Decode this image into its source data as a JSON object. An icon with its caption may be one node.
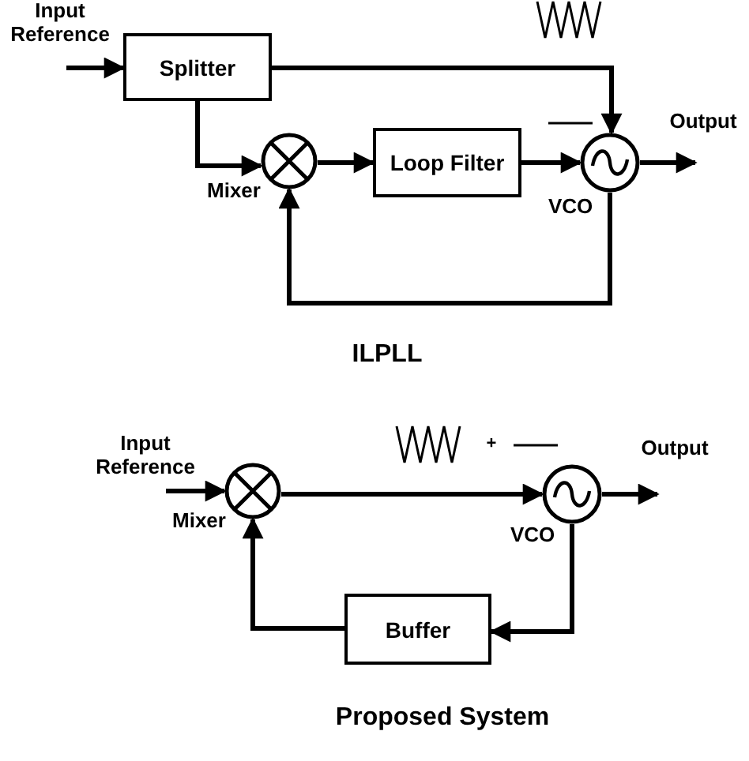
{
  "diagram": {
    "nodes": [
      {
        "text": [
          "Splitter"
        ]
      },
      {
        "text": [],
        "shape": "circle",
        "beside": [
          "Mixer"
        ]
      },
      {
        "text": [
          "Loop Filter"
        ]
      },
      {
        "text": [],
        "shape": "circle",
        "beside": [
          "VCO"
        ]
      },
      {
        "text": [],
        "shape": "circle",
        "beside": [
          "Mixer"
        ]
      },
      {
        "text": [],
        "shape": "circle",
        "beside": [
          "VCO"
        ]
      },
      {
        "text": [
          "Buffer"
        ]
      }
    ],
    "edges": [
      {
        "from": null,
        "to": 0,
        "arrow": "to"
      },
      {
        "from": 0,
        "to": 3,
        "arrow": "to"
      },
      {
        "from": 0,
        "to": 1,
        "arrow": "to"
      },
      {
        "from": 1,
        "to": 2,
        "arrow": "to"
      },
      {
        "from": 2,
        "to": 3,
        "arrow": "to"
      },
      {
        "from": 3,
        "to": 1,
        "arrow": "to"
      },
      {
        "from": 3,
        "to": null,
        "arrow": "to"
      },
      {
        "from": null,
        "to": 4,
        "arrow": "to"
      },
      {
        "from": 4,
        "to": 5,
        "arrow": "to"
      },
      {
        "from": 5,
        "to": null,
        "arrow": "to"
      },
      {
        "from": 5,
        "to": 6,
        "arrow": "to"
      },
      {
        "from": 6,
        "to": 4,
        "arrow": "to"
      }
    ],
    "labels": [
      "Input Reference",
      "Output",
      "ILPLL",
      "Input Reference",
      "+",
      "Output",
      "Proposed System"
    ]
  }
}
